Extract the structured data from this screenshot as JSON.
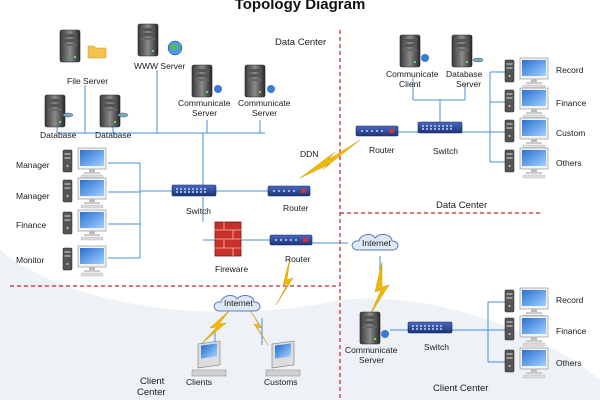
{
  "title": "Topology Diagram",
  "colors": {
    "link": "#4a90d8",
    "dashed_divider": "#cc2222",
    "lightning": "#f0b800",
    "switch_body": "#2a4a9a",
    "cloud_fill": "#dfe8f5"
  },
  "zones": {
    "data_center_top": "Data Center",
    "data_center_mid": "Data Center",
    "client_center_left": "Client\nCenter",
    "client_center_right": "Client Center"
  },
  "nodes": {
    "file_server": "File Server",
    "www_server": "WWW Server",
    "db1": "Database",
    "db2": "Database",
    "comm_server1": "Communicate\nServer",
    "comm_server2": "Communicate\nServer",
    "manager1": "Manager",
    "manager2": "Manager",
    "finance_left": "Finance",
    "monitor": "Monitor",
    "switch_main": "Switch",
    "router_main": "Router",
    "firewall": "Fireware",
    "router_fw": "Router",
    "ddn": "DDN",
    "internet_mid": "Internet",
    "internet_left": "Internet",
    "clients": "Clients",
    "customs": "Customs",
    "comm_client": "Communicate\nClient",
    "db_server": "Database\nServer",
    "router_dc": "Router",
    "switch_dc": "Switch",
    "record_top": "Record",
    "finance_top": "Finance",
    "custom_top": "Custom",
    "others_top": "Others",
    "comm_server_cc": "Communicate\nServer",
    "switch_cc": "Switch",
    "record_bottom": "Record",
    "finance_bottom": "Finance",
    "others_bottom": "Others"
  }
}
